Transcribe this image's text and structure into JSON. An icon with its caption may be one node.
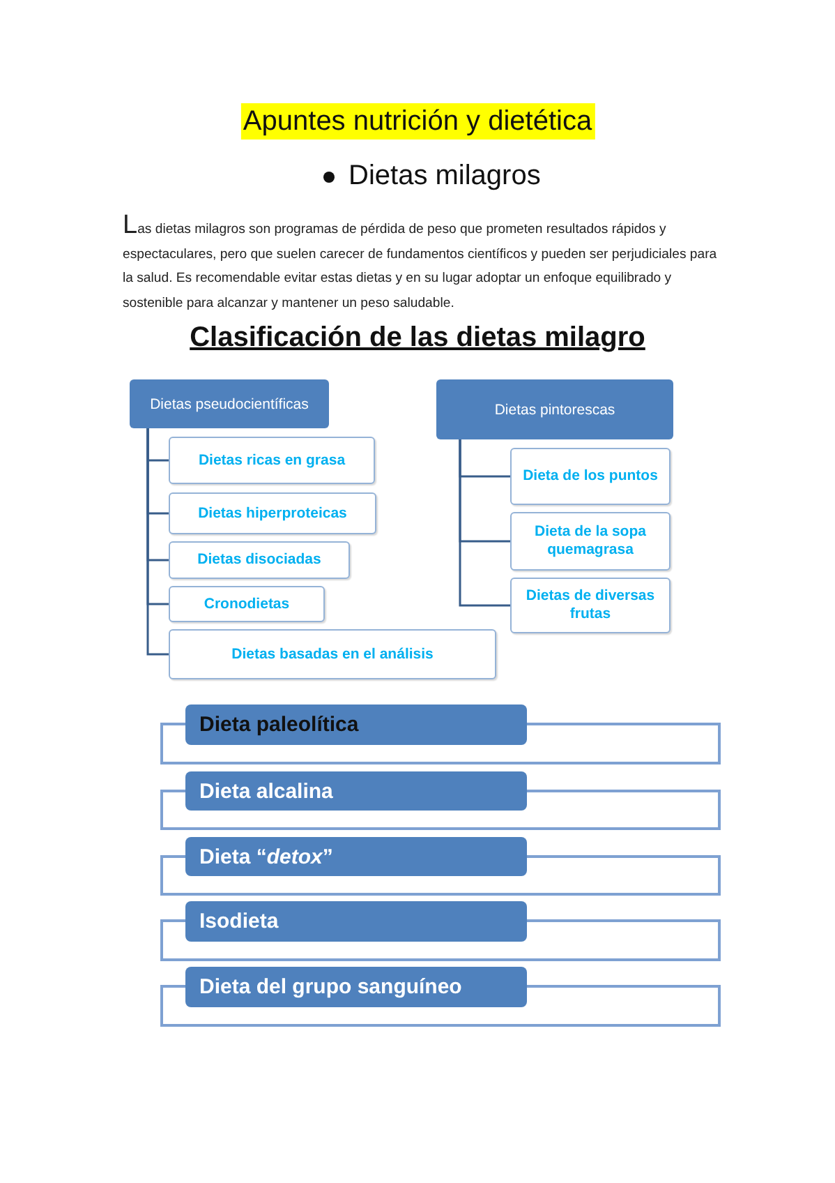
{
  "diagram": {
    "title": "Apuntes nutrición y dietética",
    "nodes": [
      {
        "text": [
          "Dietas pseudocientíficas"
        ]
      },
      {
        "text": [
          "Dietas ricas en grasa"
        ]
      },
      {
        "text": [
          "Dietas hiperproteicas"
        ]
      },
      {
        "text": [
          "Dietas disociadas"
        ]
      },
      {
        "text": [
          "Cronodietas"
        ]
      },
      {
        "text": [
          "Dietas basadas en el análisis"
        ]
      },
      {
        "text": [
          "Dietas pintorescas"
        ]
      },
      {
        "text": [
          "Dieta de los puntos"
        ]
      },
      {
        "text": [
          "Dieta de la sopa quemagrasa"
        ]
      },
      {
        "text": [
          "Dietas de diversas frutas"
        ]
      },
      {
        "text": [
          "Dieta paleolítica"
        ]
      },
      {
        "text": [
          "Dieta alcalina"
        ]
      },
      {
        "text": [
          "Dieta “*detox*”"
        ]
      },
      {
        "text": [
          "Isodieta"
        ]
      },
      {
        "text": [
          "Dieta del grupo sanguíneo"
        ]
      }
    ],
    "edges": [
      {
        "from": 0,
        "to": 1,
        "arrow": "none"
      },
      {
        "from": 0,
        "to": 2,
        "arrow": "none"
      },
      {
        "from": 0,
        "to": 3,
        "arrow": "none"
      },
      {
        "from": 0,
        "to": 4,
        "arrow": "none"
      },
      {
        "from": 0,
        "to": 5,
        "arrow": "none"
      },
      {
        "from": 6,
        "to": 7,
        "arrow": "none"
      },
      {
        "from": 6,
        "to": 8,
        "arrow": "none"
      },
      {
        "from": 6,
        "to": 9,
        "arrow": "none"
      }
    ],
    "labels": [
      "Dietas milagros",
      "Las dietas milagros son programas de pérdida de peso que prometen resultados rápidos y espectaculares, pero que suelen carecer de fundamentos científicos y pueden ser perjudiciales para la salud. Es recomendable evitar estas dietas y en su lugar adoptar un enfoque equilibrado y sostenible para alcanzar y mantener un peso saludable.",
      "Clasificación de las dietas milagro"
    ]
  }
}
